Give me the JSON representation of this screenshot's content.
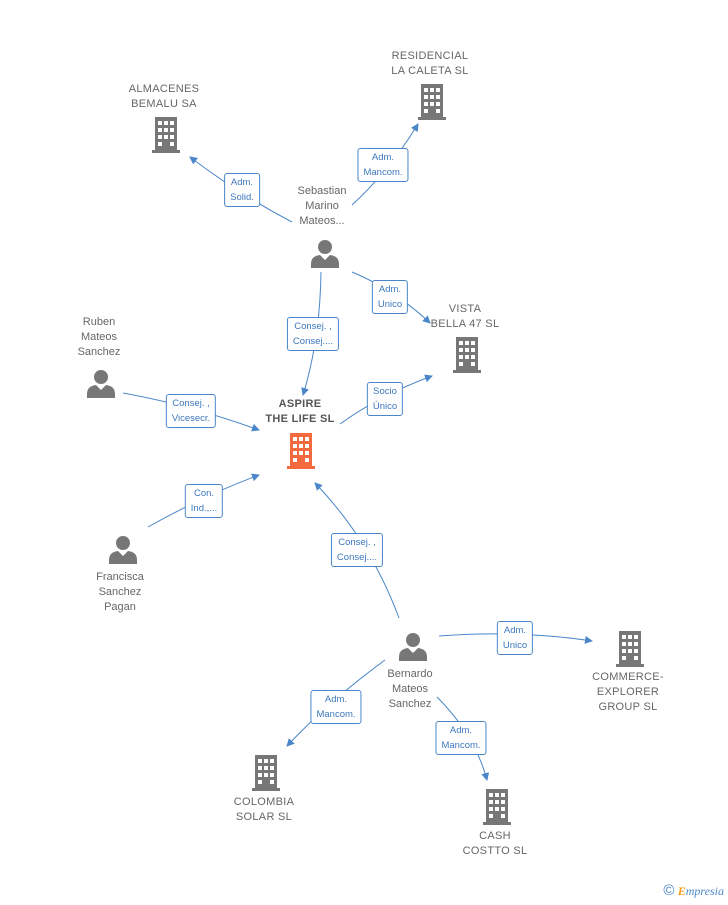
{
  "nodes": {
    "aspire": {
      "label1": "ASPIRE",
      "label2": "THE LIFE  SL",
      "type": "company",
      "highlight": true
    },
    "residencial": {
      "label1": "RESIDENCIAL",
      "label2": "LA CALETA  SL",
      "type": "company"
    },
    "almacenes": {
      "label1": "ALMACENES",
      "label2": "BEMALU SA",
      "type": "company"
    },
    "vista": {
      "label1": "VISTA",
      "label2": "BELLA 47  SL",
      "type": "company"
    },
    "commerce": {
      "label1": "COMMERCE-",
      "label2": "EXPLORER",
      "label3": "GROUP  SL",
      "type": "company"
    },
    "colombia": {
      "label1": "COLOMBIA",
      "label2": "SOLAR  SL",
      "type": "company"
    },
    "cash": {
      "label1": "CASH",
      "label2": "COSTTO  SL",
      "type": "company"
    },
    "sebastian": {
      "label1": "Sebastian",
      "label2": "Marino",
      "label3": "Mateos...",
      "type": "person"
    },
    "ruben": {
      "label1": "Ruben",
      "label2": "Mateos",
      "label3": "Sanchez",
      "type": "person"
    },
    "francisca": {
      "label1": "Francisca",
      "label2": "Sanchez",
      "label3": "Pagan",
      "type": "person"
    },
    "bernardo": {
      "label1": "Bernardo",
      "label2": "Mateos",
      "label3": "Sanchez",
      "type": "person"
    }
  },
  "edges": {
    "seb_almacenes": {
      "line1": "Adm.",
      "line2": "Solid."
    },
    "seb_residencial": {
      "line1": "Adm.",
      "line2": "Mancom."
    },
    "seb_vista": {
      "line1": "Adm.",
      "line2": "Unico"
    },
    "seb_aspire": {
      "line1": "Consej. ,",
      "line2": "Consej...."
    },
    "aspire_vista": {
      "line1": "Socio",
      "line2": "Único"
    },
    "ruben_aspire": {
      "line1": "Consej. ,",
      "line2": "Vicesecr."
    },
    "francisca_aspire": {
      "line1": "Con.",
      "line2": "Ind.,..."
    },
    "bernardo_aspire": {
      "line1": "Consej. ,",
      "line2": "Consej...."
    },
    "bernardo_commerce": {
      "line1": "Adm.",
      "line2": "Unico"
    },
    "bernardo_colombia": {
      "line1": "Adm.",
      "line2": "Mancom."
    },
    "bernardo_cash": {
      "line1": "Adm.",
      "line2": "Mancom."
    }
  },
  "colors": {
    "company": "#777777",
    "highlight": "#f26a3d",
    "person": "#777777",
    "edge": "#4a86c8"
  },
  "footer": {
    "copyright_symbol": "©",
    "brand_first": "E",
    "brand_rest": "mpresia"
  }
}
